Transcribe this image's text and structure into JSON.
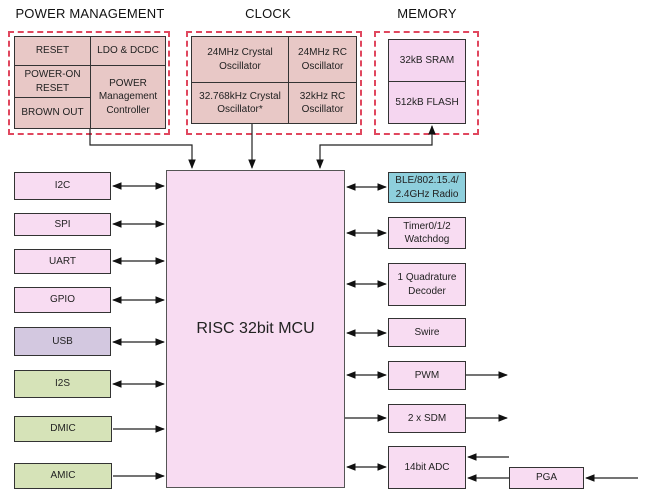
{
  "groups": {
    "power_title": "POWER MANAGEMENT",
    "clock_title": "CLOCK",
    "memory_title": "MEMORY"
  },
  "power": {
    "reset": "RESET",
    "ldo": "LDO & DCDC",
    "por": "POWER-ON RESET",
    "brownout": "BROWN OUT",
    "pmc": "POWER Management Controller"
  },
  "clock": {
    "xtal24": "24MHz Crystal Oscillator",
    "rc24": "24MHz RC Oscillator",
    "xtal32k": "32.768kHz Crystal Oscillator*",
    "rc32k": "32kHz RC Oscillator"
  },
  "memory": {
    "sram": "32kB SRAM",
    "flash": "512kB FLASH"
  },
  "mcu": {
    "label": "RISC 32bit MCU"
  },
  "left_peripherals": [
    "I2C",
    "SPI",
    "UART",
    "GPIO",
    "USB",
    "I2S",
    "DMIC",
    "AMIC"
  ],
  "right_peripherals": [
    "BLE/802.15.4/ 2.4GHz Radio",
    "Timer0/1/2 Watchdog",
    "1 Quadrature Decoder",
    "Swire",
    "PWM",
    "2 x SDM",
    "14bit ADC"
  ],
  "pga": "PGA",
  "colors": {
    "group_border": "#e0475e",
    "power_fill": "#e8c8c6",
    "peripheral_fill": "#f8dcf2",
    "usb_fill": "#d3c8e0",
    "audio_fill": "#d6e3b8",
    "radio_fill": "#8ecfdc"
  }
}
